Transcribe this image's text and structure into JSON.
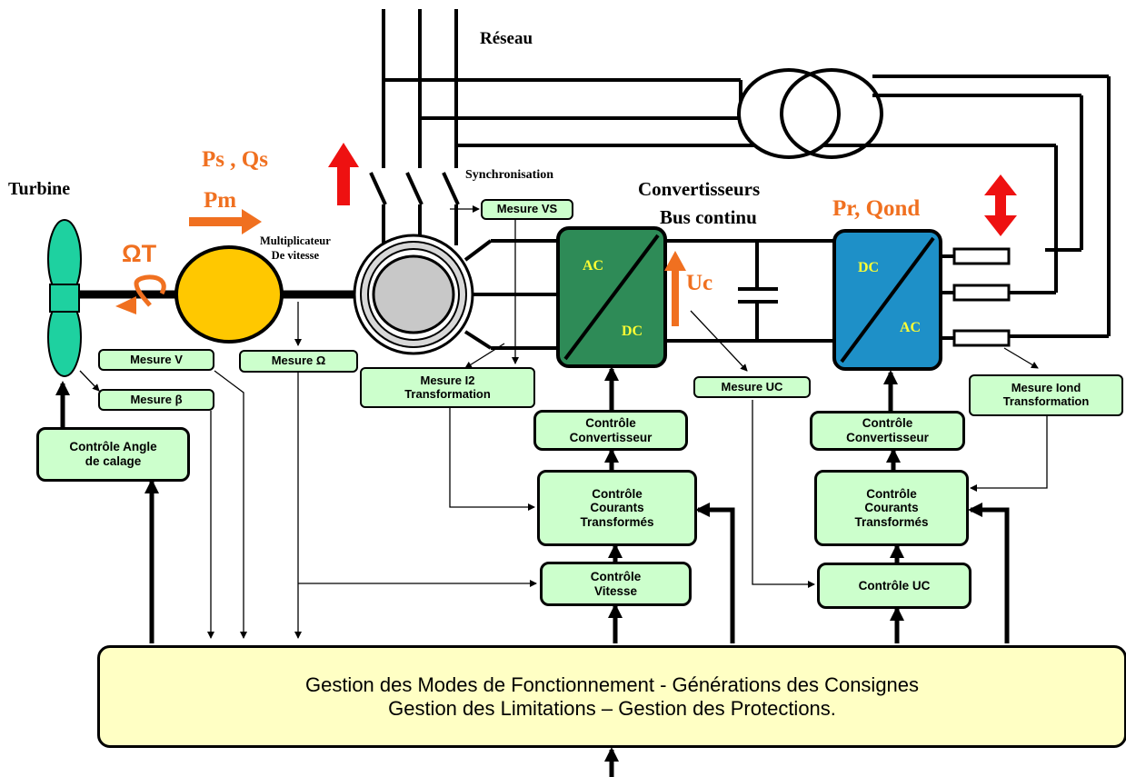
{
  "labels": {
    "reseau": "Réseau",
    "turbine": "Turbine",
    "ps_qs": "Ps , Qs",
    "pm": "Pm",
    "omega_t": "ΩT",
    "multiplicateur_line1": "Multiplicateur",
    "multiplicateur_line2": "De vitesse",
    "synchronisation": "Synchronisation",
    "convertisseurs": "Convertisseurs",
    "bus_continu": "Bus continu",
    "pr_qond": "Pr, Qond",
    "uc": "Uc",
    "conv1_ac": "AC",
    "conv1_dc": "DC",
    "conv2_dc": "DC",
    "conv2_ac": "AC"
  },
  "boxes": {
    "mesure_vs": "Mesure VS",
    "mesure_v": "Mesure  V",
    "mesure_omega": "Mesure  Ω",
    "mesure_beta": "Mesure  β",
    "mesure_i2": "Mesure  I2\nTransformation",
    "mesure_uc": "Mesure UC",
    "mesure_iond": "Mesure Iond\nTransformation",
    "controle_angle": "Contrôle Angle\nde calage",
    "controle_convertisseur_1": "Contrôle\nConvertisseur",
    "controle_convertisseur_2": "Contrôle\nConvertisseur",
    "controle_courants_1": "Contrôle\nCourants\nTransformés",
    "controle_courants_2": "Contrôle\nCourants\nTransformés",
    "controle_vitesse": "Contrôle\nVitesse",
    "controle_uc": "Contrôle UC"
  },
  "gestion": {
    "line1": "Gestion des Modes de Fonctionnement   -   Générations des Consignes",
    "line2": "Gestion des Limitations – Gestion des Protections."
  },
  "colors": {
    "box_fill": "#ccffcc",
    "gestion_fill": "#ffffc4",
    "orange_label": "#f07020",
    "red_arrow": "#ee1111",
    "turbine_blade": "#1ed1a0",
    "multiplier": "#ffc800",
    "converter_1": "#2e8b57",
    "converter_2": "#1e90c8",
    "converter_text": "#ffff33"
  }
}
